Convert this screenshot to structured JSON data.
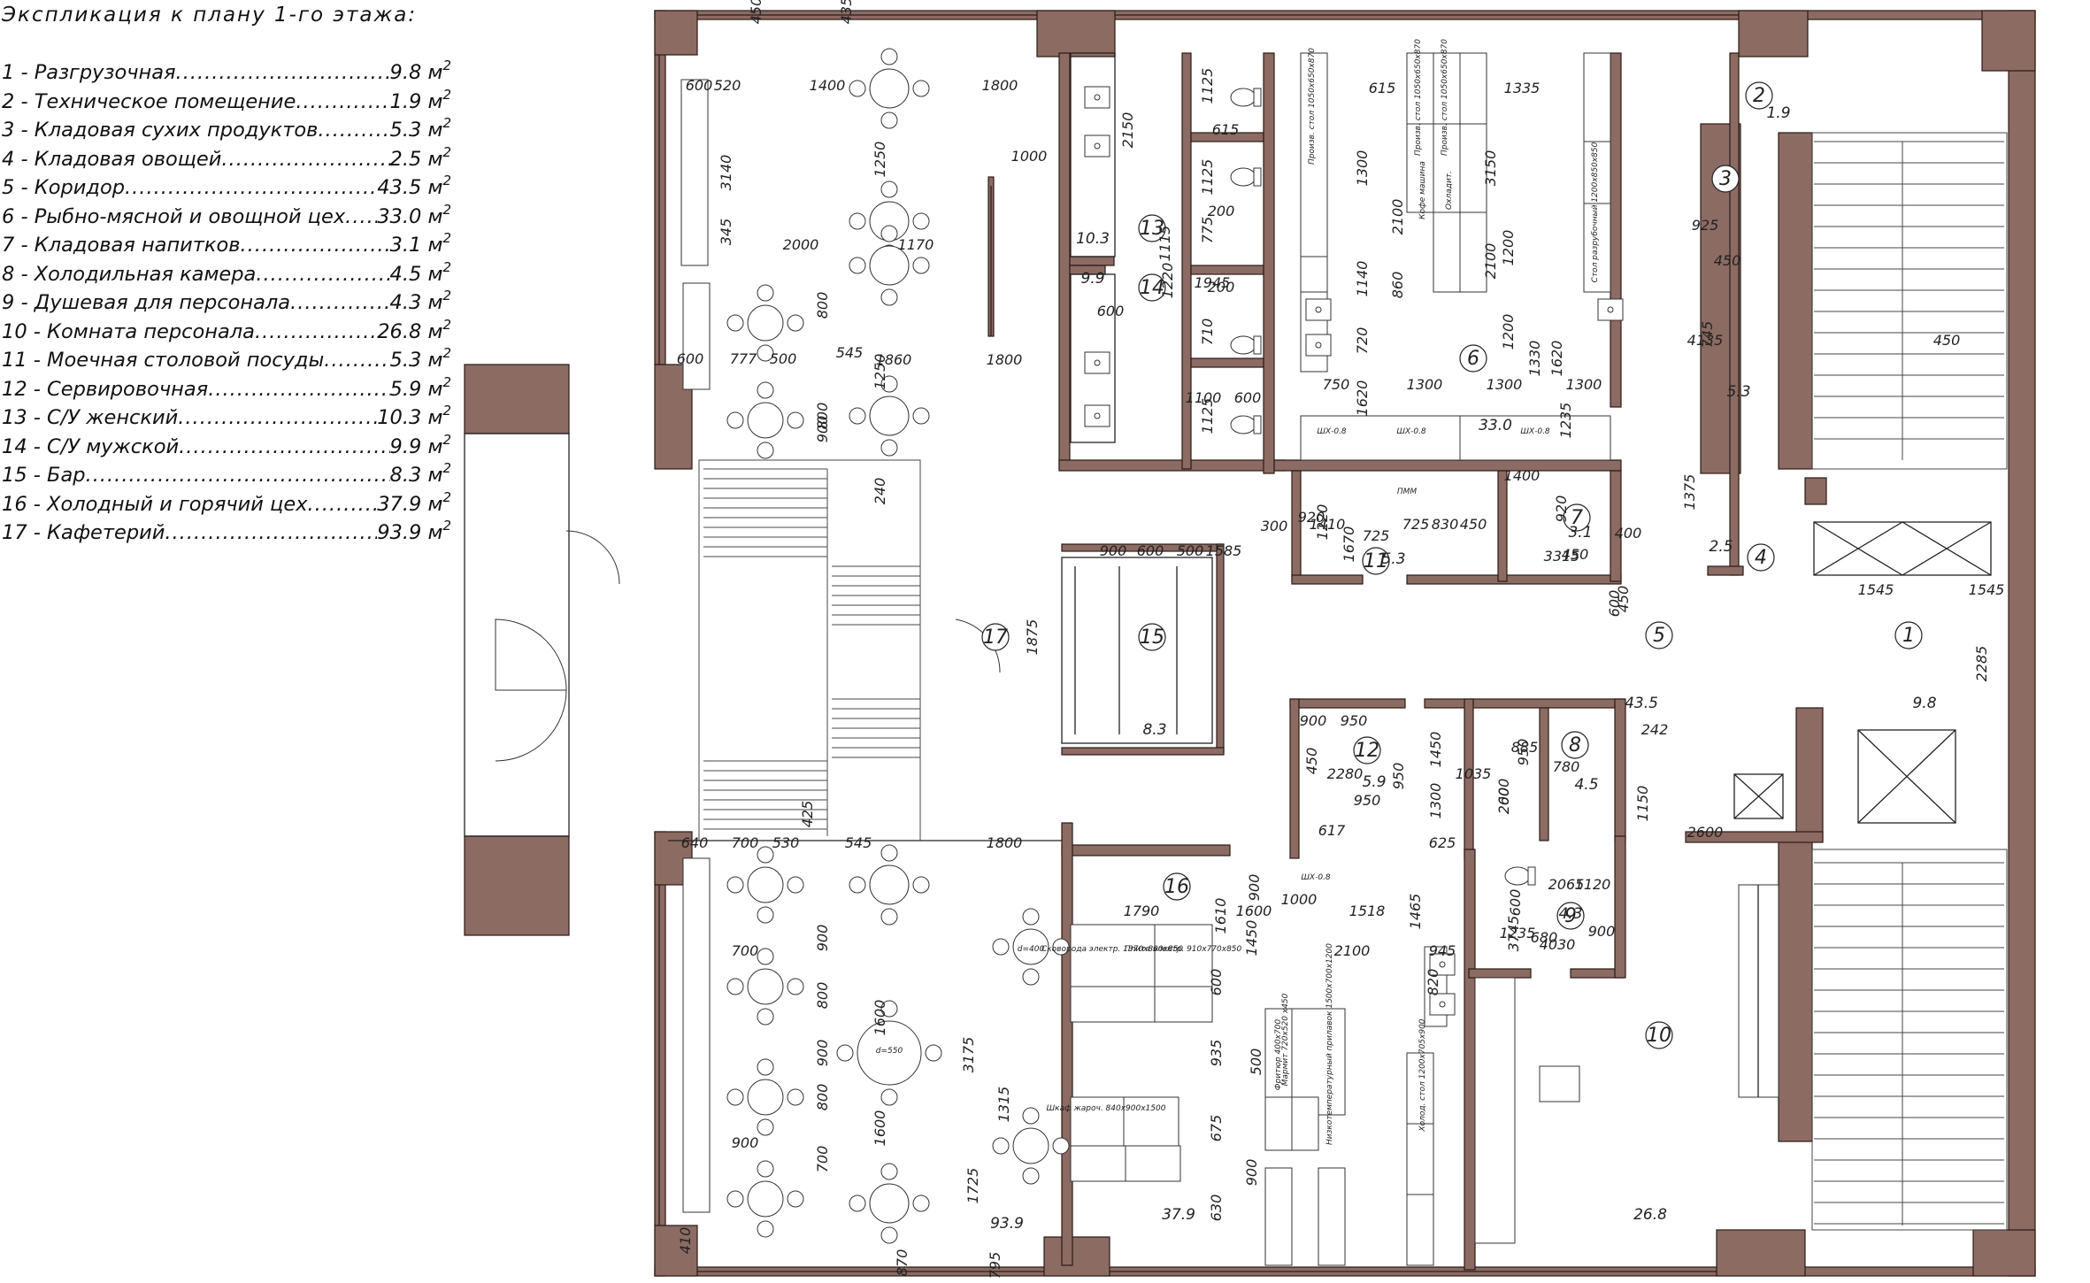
{
  "legend": {
    "title": "Экспликация к плану 1-го этажа:",
    "unit": "м",
    "unit_power": "2",
    "rooms": [
      {
        "label": "1 - Разгрузочная",
        "area": "9.8"
      },
      {
        "label": "2 - Техническое помещение",
        "area": "1.9"
      },
      {
        "label": "3 - Кладовая сухих продуктов",
        "area": "5.3"
      },
      {
        "label": "4 - Кладовая овощей",
        "area": "2.5"
      },
      {
        "label": "5 - Коридор",
        "area": "43.5"
      },
      {
        "label": "6 - Рыбно-мясной и овощной цех",
        "area": "33.0"
      },
      {
        "label": "7  - Кладовая напитков",
        "area": "3.1"
      },
      {
        "label": "8 - Холодильная камера",
        "area": "4.5"
      },
      {
        "label": "9 - Душевая для персонала",
        "area": "4.3"
      },
      {
        "label": "10 - Комната персонала",
        "area": "26.8"
      },
      {
        "label": "11 - Моечная столовой посуды",
        "area": "5.3"
      },
      {
        "label": "12 - Сервировочная",
        "area": "5.9"
      },
      {
        "label": "13 - С/У женский",
        "area": "10.3"
      },
      {
        "label": "14 - С/У мужской",
        "area": "9.9"
      },
      {
        "label": "15 - Бар",
        "area": "8.3"
      },
      {
        "label": "16 - Холодный и горячий цех",
        "area": "37.9"
      },
      {
        "label": "17 - Кафетерий",
        "area": "93.9"
      }
    ]
  },
  "plan": {
    "room_markers": [
      {
        "num": "1",
        "area": "9.8"
      },
      {
        "num": "2",
        "area": "1.9"
      },
      {
        "num": "3",
        "area": "5.3"
      },
      {
        "num": "4",
        "area": "2.5"
      },
      {
        "num": "5",
        "area": "43.5"
      },
      {
        "num": "6",
        "area": "33.0"
      },
      {
        "num": "7",
        "area": "3.1"
      },
      {
        "num": "8",
        "area": "4.5"
      },
      {
        "num": "9",
        "area": "4.3"
      },
      {
        "num": "10",
        "area": "26.8"
      },
      {
        "num": "11",
        "area": "5.3"
      },
      {
        "num": "12",
        "area": "5.9"
      },
      {
        "num": "13",
        "area": "10.3"
      },
      {
        "num": "14",
        "area": "9.9"
      },
      {
        "num": "15",
        "area": "8.3"
      },
      {
        "num": "16",
        "area": "37.9"
      },
      {
        "num": "17",
        "area": "93.9"
      }
    ],
    "dimensions": [
      "450",
      "435",
      "600",
      "520",
      "1400",
      "1800",
      "3140",
      "1250",
      "1000",
      "345",
      "2000",
      "1170",
      "800",
      "800",
      "600",
      "777",
      "500",
      "545",
      "1860",
      "1800",
      "900",
      "1250",
      "240",
      "425",
      "1800",
      "640",
      "700",
      "530",
      "545",
      "700",
      "900",
      "800",
      "900",
      "800",
      "900",
      "700",
      "1600",
      "1600",
      "3175",
      "1315",
      "1725",
      "795",
      "870",
      "410",
      "2150",
      "1125",
      "615",
      "1125",
      "200",
      "775",
      "1115",
      "1220",
      "600",
      "1945",
      "710",
      "200",
      "1125",
      "1100",
      "600",
      "615",
      "1335",
      "1300",
      "3150",
      "2100",
      "2100",
      "860",
      "1140",
      "720",
      "1200",
      "1200",
      "1330",
      "1620",
      "1620",
      "750",
      "1300",
      "1300",
      "1300",
      "1235",
      "1375",
      "925",
      "450",
      "745",
      "4135",
      "450",
      "1545",
      "1545",
      "2285",
      "450",
      "300",
      "1410",
      "1670",
      "725",
      "725",
      "830",
      "450",
      "1400",
      "1220",
      "920",
      "920",
      "450",
      "3315",
      "400",
      "600",
      "900",
      "600",
      "500",
      "1585",
      "1875",
      "900",
      "950",
      "450",
      "950",
      "950",
      "1450",
      "1300",
      "950",
      "885",
      "780",
      "600",
      "200",
      "1035",
      "625",
      "2280",
      "1150",
      "242",
      "2600",
      "617",
      "1610",
      "900",
      "1790",
      "1600",
      "1000",
      "1518",
      "1465",
      "2100",
      "945",
      "1450",
      "600",
      "935",
      "500",
      "675",
      "900",
      "630",
      "820",
      "1235",
      "600",
      "2065",
      "1120",
      "680",
      "3745",
      "4030",
      "900"
    ],
    "equipment": [
      "Произв. стол 1050х650х870",
      "Произв. стол 1050х650х870",
      "Произв. стол 1050х650х870",
      "Стол разрубочный 1200х850х850",
      "Кофе машина",
      "Охладит.",
      "Сковорода электр. 1370х800х850",
      "Плита электр. 910х770х850",
      "Шкаф жароч. 840х900х1500",
      "Фритюр 400х700",
      "Мармит 720х520 х450",
      "Низкотемпературный прилавок 1500х700х1200",
      "Холод. стол 1200х705х900",
      "ШХ-0.8",
      "ШХ-0.8",
      "ШХ-0.8",
      "ШХ-0.8",
      "ПММ",
      "d=400",
      "d=550"
    ]
  }
}
